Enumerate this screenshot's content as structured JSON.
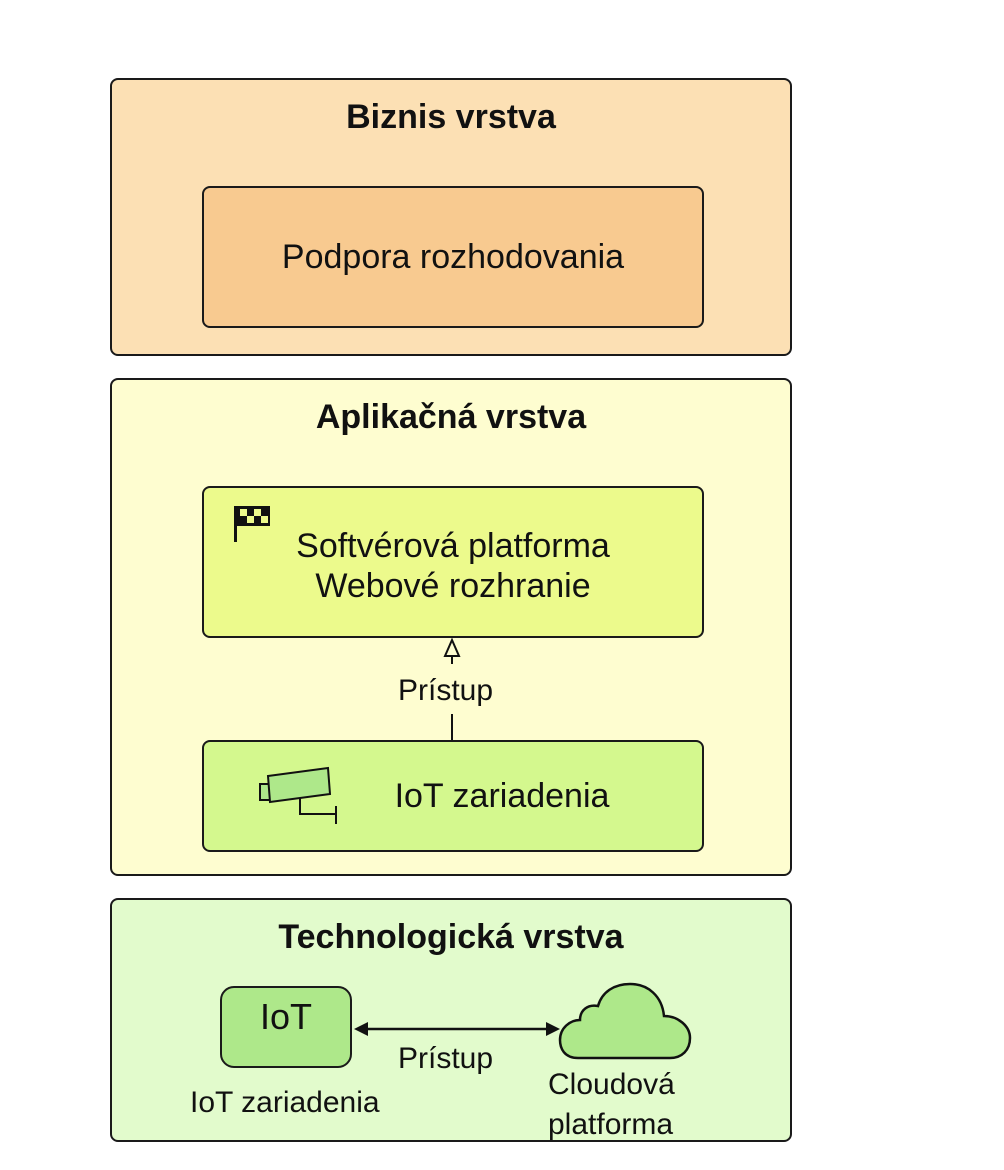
{
  "colors": {
    "business_layer_bg": "#fce0b4",
    "business_box_bg": "#f8ca90",
    "application_layer_bg": "#fefdd0",
    "application_box1_bg": "#ecfa8c",
    "application_box2_bg": "#d4f88e",
    "technology_layer_bg": "#e2fbcc",
    "technology_node_bg": "#aee88a"
  },
  "business_layer": {
    "title": "Biznis vrstva",
    "element": {
      "label": "Podpora rozhodovania"
    }
  },
  "application_layer": {
    "title": "Aplikačná vrstva",
    "software_platform": {
      "line1": "Softvérová platforma",
      "line2": "Webové rozhranie",
      "icon": "checkered-flag-icon"
    },
    "relation_label": "Prístup",
    "iot_devices": {
      "label": "IoT zariadenia",
      "icon": "security-camera-icon"
    }
  },
  "technology_layer": {
    "title": "Technologická vrstva",
    "iot_node": {
      "inner_label": "IoT",
      "caption": "IoT zariadenia"
    },
    "relation_label": "Prístup",
    "cloud": {
      "caption_line1": "Cloudová",
      "caption_line2": "platforma",
      "icon": "cloud-icon"
    }
  }
}
